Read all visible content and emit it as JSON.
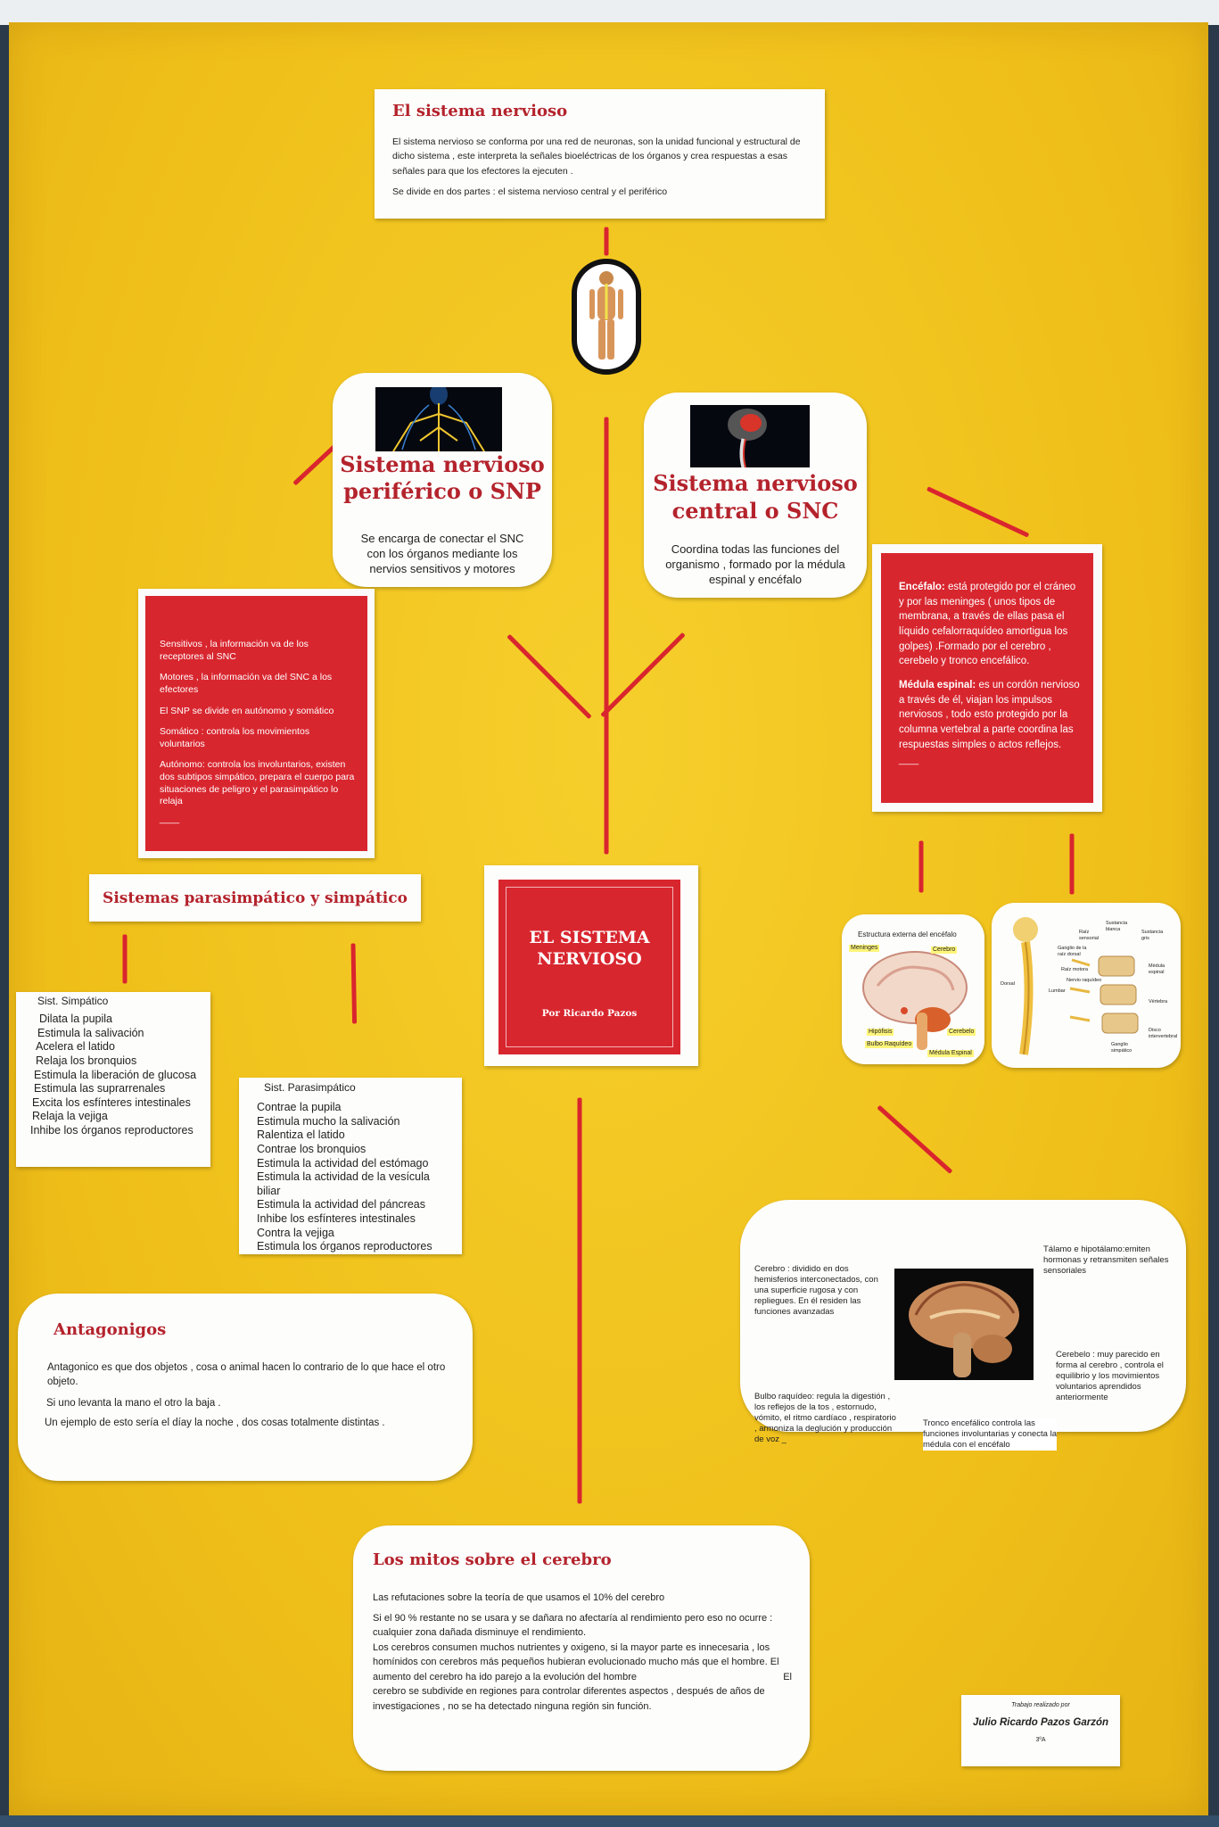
{
  "header": {
    "title": "El sistema nervioso",
    "p1": "El sistema nervioso se conforma por una red de neuronas, son la unidad funcional y estructural de dicho sistema , este interpreta la señales bioeléctricas de los órganos y crea respuestas a esas señales para que los efectores la ejecuten .",
    "p2": "Se divide en dos partes : el sistema nervioso central y el periférico"
  },
  "snp": {
    "title_line1": "Sistema nervioso",
    "title_line2": "periférico o SNP",
    "text": "Se encarga de conectar el SNC con los órganos mediante los nervios sensitivos y motores"
  },
  "snc": {
    "title_line1": "Sistema nervioso",
    "title_line2": "central o SNC",
    "text": "Coordina todas las funciones del organismo , formado por la médula espinal y encéfalo"
  },
  "snp_detail": {
    "items": [
      "Sensitivos , la información va de los receptores al SNC",
      "Motores , la información va del SNC a los efectores",
      "El SNP se divide en autónomo y somático",
      "Somático : controla los movimientos voluntarios",
      "Autónomo: controla los involuntarios, existen dos subtipos simpático, prepara el cuerpo para situaciones de peligro y el parasimpático lo relaja"
    ],
    "end": "____"
  },
  "snc_detail": {
    "encefalo_label": "Encéfalo:",
    "encefalo_text": " está protegido por el cráneo y por las meninges ( unos tipos de membrana, a través de ellas pasa el líquido cefalorraquídeo amortigua los golpes) .Formado por el cerebro , cerebelo y tronco encefálico.",
    "medula_label": "Médula espinal:",
    "medula_text": " es un cordón nervioso a través de él, viajan los impulsos nerviosos , todo esto protegido por la columna vertebral a parte coordina las respuestas simples o actos reflejos.",
    "end": "____"
  },
  "center": {
    "title_line1": "EL SISTEMA",
    "title_line2": "NERVIOSO",
    "author": "Por Ricardo Pazos"
  },
  "para_simp_title": "Sistemas parasimpático y simpático",
  "simpatico": {
    "title": "Sist. Simpático",
    "items": [
      "Dilata la pupila",
      "Estimula la salivación",
      "Acelera el latido",
      "Relaja los bronquios",
      "Estimula la liberación de glucosa",
      "Estimula las suprarrenales",
      "Excita los esfínteres intestinales",
      "Relaja la vejiga",
      "Inhibe los órganos reproductores"
    ]
  },
  "parasimpatico": {
    "title": "Sist. Parasimpático",
    "items": [
      "Contrae la pupila",
      "Estimula mucho la salivación",
      "Ralentiza el latido",
      "Contrae los bronquios",
      "Estimula la actividad del estómago",
      "Estimula la actividad de la vesícula biliar",
      "Estimula la actividad del páncreas",
      "Inhibe los esfínteres intestinales",
      "Contra la vejiga",
      "Estimula los órganos reproductores"
    ]
  },
  "encefalo_img": {
    "title": "Estructura externa del encéfalo",
    "labels": [
      "Meninges",
      "Cerebro",
      "Hipófisis",
      "Bulbo Raquídeo",
      "Cerebelo",
      "Médula Espinal"
    ]
  },
  "medula_img": {
    "labels": [
      "Raíz sensorial",
      "Sustancia blanca",
      "Sustancia gris",
      "Ganglio de la raíz dorsal",
      "Raíz motora",
      "Nervio raquídeo",
      "Médula espinal",
      "Dorsal",
      "Lumbar",
      "Vértebra",
      "Ganglio simpático",
      "Disco intervertebral"
    ]
  },
  "brain_card": {
    "cerebro": "Cerebro : dividido en dos hemisferios interconectados, con una superficie rugosa y con repliegues. En él residen las funciones avanzadas",
    "talamo": "Tálamo e hipotálamo:emiten hormonas y retransmiten señales sensoriales",
    "cerebelo": "Cerebelo : muy parecido en forma al cerebro , controla el equilibrio y los movimientos voluntarios aprendidos anteriormente",
    "bulbo": "Bulbo raquídeo: regula la digestión , los reflejos de la tos , estornudo, vómito, el ritmo cardíaco , respiratorio , armoniza la deglución y producción de voz _",
    "tronco": "Tronco encefálico controla las funciones involuntarias y conecta la médula con el encéfalo"
  },
  "antagonigos": {
    "title": "Antagonigos",
    "p1": "Antagonico es que dos objetos , cosa o animal hacen lo contrario de lo que hace el otro objeto.",
    "p2": "Si uno levanta la mano el otro la baja .",
    "p3": "Un ejemplo de esto sería el díay la noche , dos cosas totalmente distintas ."
  },
  "mitos": {
    "title": "Los mitos sobre el cerebro",
    "p1": "Las refutaciones sobre la teoría de que usamos el 10% del cerebro",
    "p2": "Si el 90 % restante no se usara y se dañara no afectaría al rendimiento pero eso no ocurre : cualquier zona dañada disminuye el rendimiento.",
    "p3": "Los cerebros consumen muchos nutrientes y oxigeno, si la mayor parte es innecesaria , los homínidos con cerebros más pequeños hubieran evolucionado mucho más que el hombre. El aumento del cerebro ha ido parejo a la evolución del hombre",
    "p3_tail": "El",
    "p4": "cerebro se subdivide en regiones para controlar diferentes aspectos , después de años de investigaciones , no se ha detectado ninguna región sin función."
  },
  "credit": {
    "line1": "Trabajo realizado por",
    "line2": "Julio Ricardo Pazos Garzón",
    "line3": "3ºA"
  }
}
